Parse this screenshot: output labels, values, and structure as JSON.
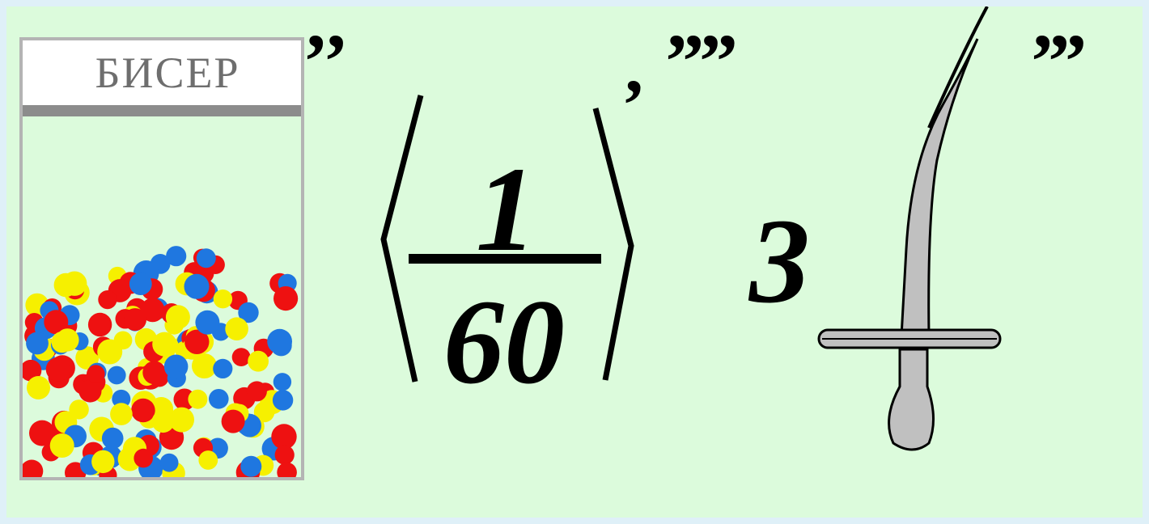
{
  "box": {
    "label": "БИСЕР"
  },
  "quotes": {
    "after_box": "’’",
    "after_fraction": "’’’’",
    "after_needle": "’’’"
  },
  "fraction": {
    "numerator": "1",
    "denominator": "60",
    "prime": "’"
  },
  "multiplier": "3",
  "colors": {
    "background": "#dcfbdc",
    "frame": "#dff0f8",
    "bead_red": "#ee1111",
    "bead_blue": "#1f77e0",
    "bead_yellow": "#f6f000",
    "needle": "#c0c0c0"
  }
}
